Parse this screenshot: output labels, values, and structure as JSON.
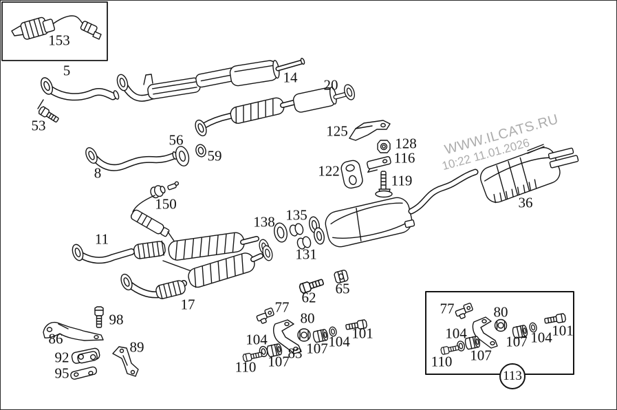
{
  "watermark": {
    "line1": "WWW.ILCATS.RU",
    "line2": "10:22 11.01.2026",
    "color": "#acacac"
  },
  "colors": {
    "background": "#ffffff",
    "line": "#141414",
    "label": "#101010"
  },
  "kit_badge": {
    "text": "113"
  },
  "labels": [
    {
      "part": "153",
      "text": "153"
    },
    {
      "part": "5",
      "text": "5"
    },
    {
      "part": "53",
      "text": "53"
    },
    {
      "part": "14",
      "text": "14"
    },
    {
      "part": "20",
      "text": "20"
    },
    {
      "part": "56",
      "text": "56"
    },
    {
      "part": "59",
      "text": "59"
    },
    {
      "part": "8",
      "text": "8"
    },
    {
      "part": "125",
      "text": "125"
    },
    {
      "part": "128",
      "text": "128"
    },
    {
      "part": "116",
      "text": "116"
    },
    {
      "part": "122",
      "text": "122"
    },
    {
      "part": "119",
      "text": "119"
    },
    {
      "part": "150",
      "text": "150"
    },
    {
      "part": "138",
      "text": "138"
    },
    {
      "part": "135",
      "text": "135"
    },
    {
      "part": "131",
      "text": "131"
    },
    {
      "part": "11",
      "text": "11"
    },
    {
      "part": "36",
      "text": "36"
    },
    {
      "part": "17",
      "text": "17"
    },
    {
      "part": "98",
      "text": "98"
    },
    {
      "part": "86",
      "text": "86"
    },
    {
      "part": "92",
      "text": "92"
    },
    {
      "part": "95",
      "text": "95"
    },
    {
      "part": "89",
      "text": "89"
    },
    {
      "part": "62",
      "text": "62"
    },
    {
      "part": "65",
      "text": "65"
    },
    {
      "part": "77",
      "text": "77"
    },
    {
      "part": "80",
      "text": "80"
    },
    {
      "part": "83",
      "text": "83"
    },
    {
      "part": "104",
      "text": "104"
    },
    {
      "part": "107",
      "text": "107"
    },
    {
      "part": "110",
      "text": "110"
    },
    {
      "part": "107",
      "text": "107"
    },
    {
      "part": "104",
      "text": "104"
    },
    {
      "part": "101",
      "text": "101"
    },
    {
      "part": "77",
      "text": "77"
    },
    {
      "part": "80",
      "text": "80"
    },
    {
      "part": "104",
      "text": "104"
    },
    {
      "part": "107",
      "text": "107"
    },
    {
      "part": "110",
      "text": "110"
    },
    {
      "part": "107",
      "text": "107"
    },
    {
      "part": "104",
      "text": "104"
    },
    {
      "part": "101",
      "text": "101"
    }
  ]
}
